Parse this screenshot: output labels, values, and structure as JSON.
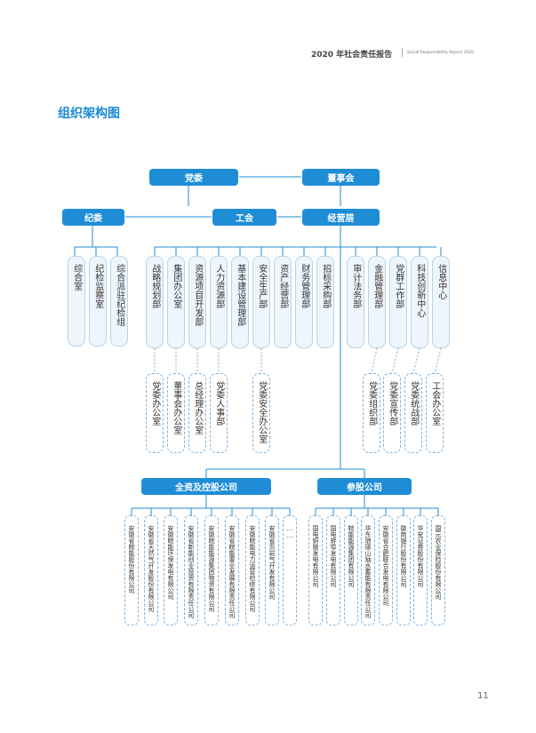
{
  "header": {
    "report_title": "2020 年社会责任报告",
    "report_subtitle": "Social Responsibility Report 2020"
  },
  "title": "组织架构图",
  "page_number": "11",
  "top": {
    "party_committee": "党委",
    "board": "董事会",
    "discipline": "纪委",
    "union": "工会",
    "management": "经营层"
  },
  "discipline_units": [
    "综合室",
    "纪检监察室",
    "综合派驻纪检组"
  ],
  "departments": [
    "战略规划部",
    "集团办公室",
    "资源项目开发部",
    "人力资源部",
    "基本建设管理部",
    "安全生产部",
    "资产经营部",
    "财务管理部",
    "招标采购部",
    "审计法务部",
    "金融管理部",
    "党群工作部",
    "科技创新中心",
    "信息中心"
  ],
  "sub_offices": [
    "党委办公室",
    "董事会办公室",
    "总经理办公室",
    "党委人事部",
    "党委安全办公室",
    "党委组织部",
    "党委宣传部",
    "党委统战部",
    "工会办公室"
  ],
  "groups": {
    "wholly_owned": "全资及控股公司",
    "shareholding": "参股公司"
  },
  "wholly_owned_companies": [
    "安徽省皖能股份有限公司",
    "安徽省天然气开发股份有限公司",
    "安徽皖能环保发电有限公司",
    "安徽省新能创业投资有限责任公司",
    "安徽皖能能源集团物资有限公司",
    "安徽省皖能置业发展有限责任公司",
    "安徽皖能电力运营检修有限公司",
    "安徽省页岩气开发有限公司",
    "……"
  ],
  "shareholding_companies": [
    "国电铜陵发电有限公司",
    "国电蚌埠发电有限公司",
    "皖能能源集团有限公司",
    "华东琅琊山抽水蓄能有限责任公司",
    "安徽省合肥联合发电有限公司",
    "徽商银行股份有限公司",
    "华安证券股份有限公司",
    "国元农业保险股份有限公司"
  ]
}
